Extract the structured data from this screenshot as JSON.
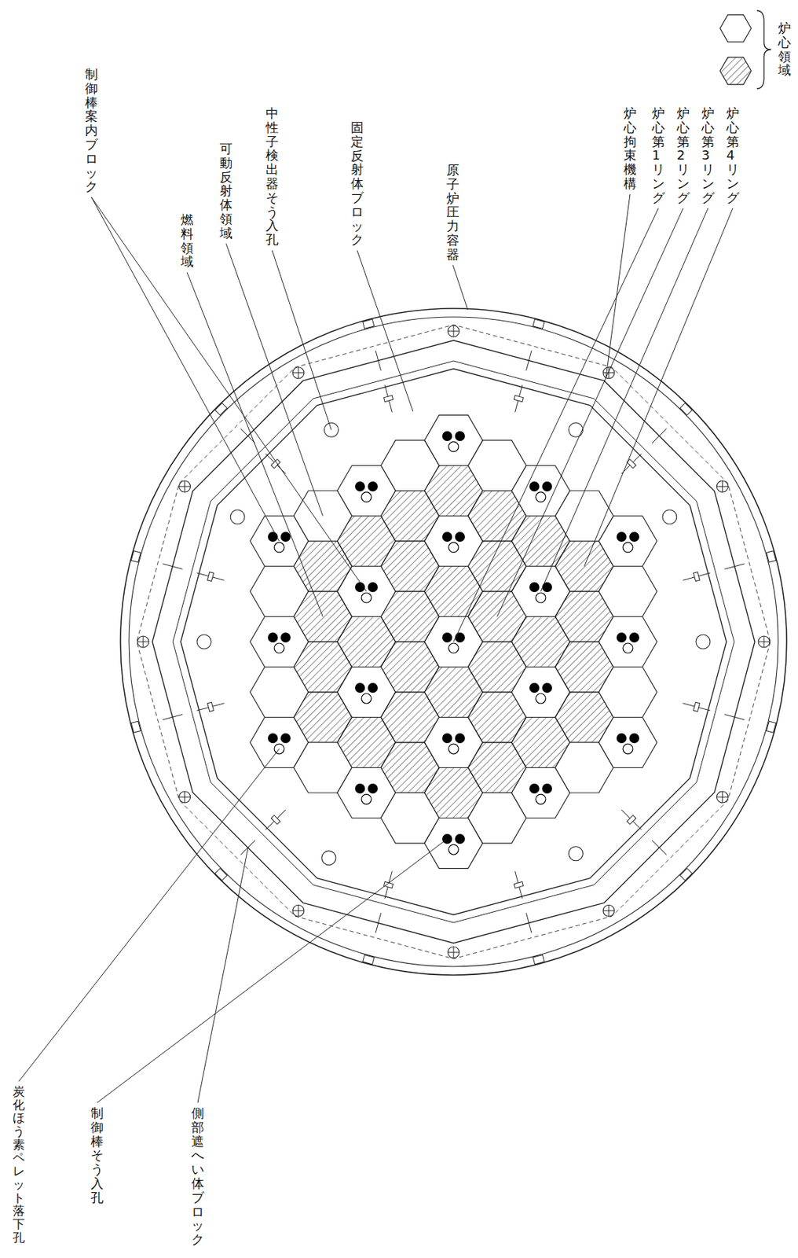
{
  "diagram": {
    "labels": [
      "炉心領域",
      "制御棒案内ブロック",
      "燃料領域",
      "可動反射体領域",
      "中性子検出器そう入孔",
      "固定反射体ブロック",
      "原子炉圧力容器",
      "炉心拘束機構",
      "炉心第1リング",
      "炉心第2リング",
      "炉心第3リング",
      "炉心第4リング",
      "炭化ほう素ペレット落下孔",
      "制御棒そう入孔",
      "側部遮へい体ブロック"
    ]
  }
}
